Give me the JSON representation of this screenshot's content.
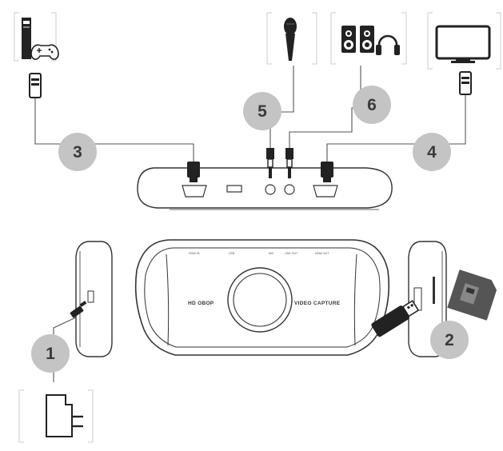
{
  "colors": {
    "badge_fill": "#c4c4c4",
    "badge_text": "#3a3a3a",
    "line": "#555555",
    "device_fill": "#ffffff",
    "device_stroke": "#333333",
    "bracket": "#cccccc"
  },
  "badges": [
    {
      "label": "1"
    },
    {
      "label": "2"
    },
    {
      "label": "3"
    },
    {
      "label": "4"
    },
    {
      "label": "5"
    },
    {
      "label": "6"
    }
  ],
  "device": {
    "left_text": "HD OBOP",
    "right_text": "VIDEO CAPTURE"
  },
  "icons": {
    "game_console": "game-console-icon",
    "microphone": "microphone-icon",
    "speakers_headphones": "speakers-headphones-icon",
    "monitor": "monitor-icon",
    "power_adapter": "power-adapter-icon",
    "usb_drive": "usb-drive-icon",
    "sd_card": "sd-card-icon"
  }
}
